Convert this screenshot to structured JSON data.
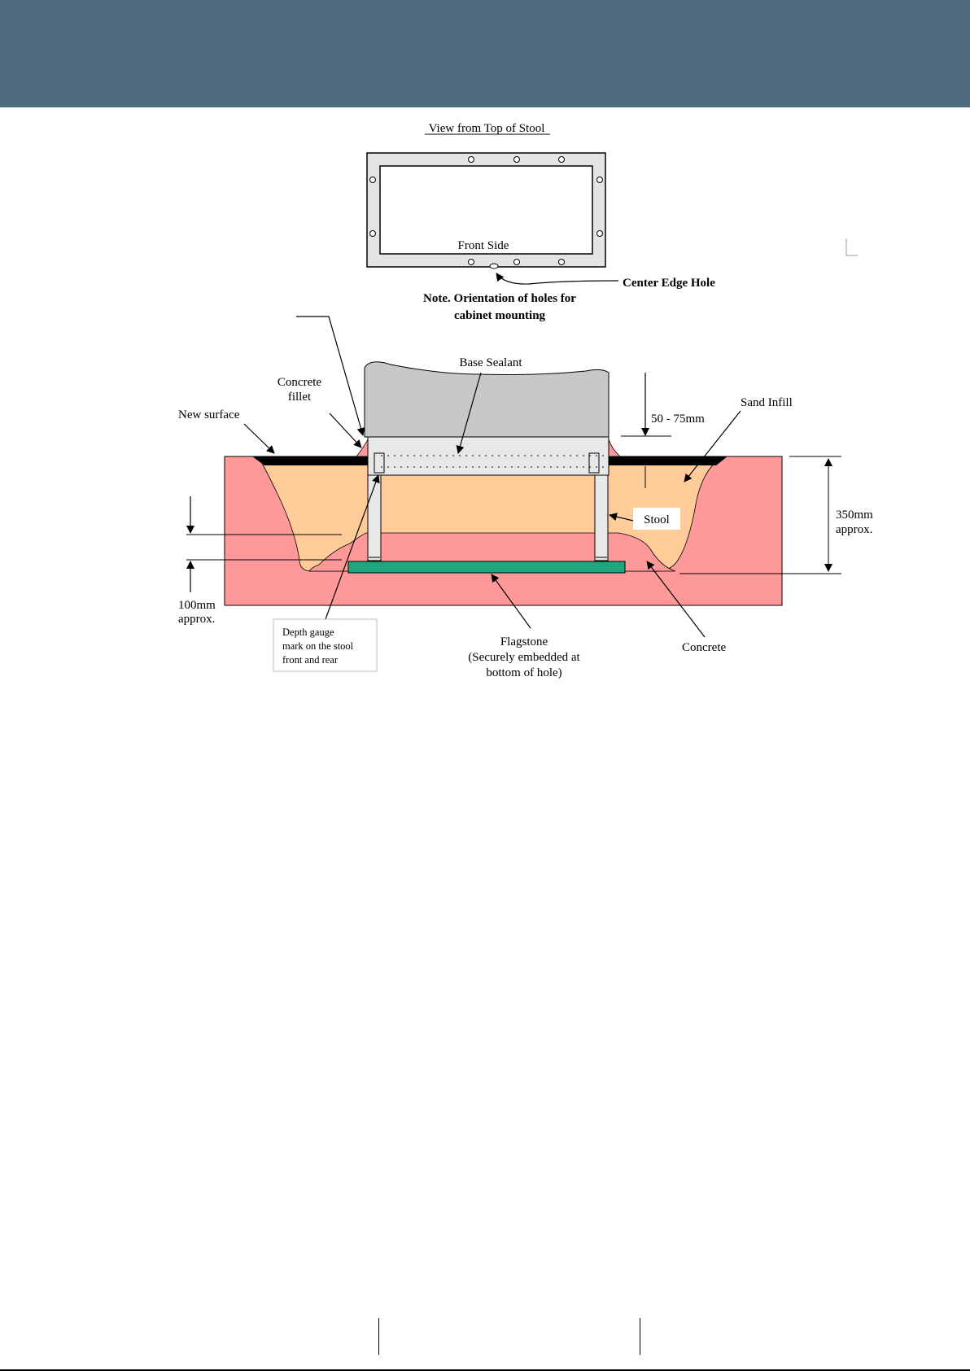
{
  "colors": {
    "header_band": "#4e6a7d",
    "ground": "#ff9999",
    "sand_infill": "#ffcc99",
    "flagstone": "#1ea67e",
    "cabinet": "#c8c8c8",
    "stool": "#e8e8e8",
    "top_view_frame": "#e4e4e4",
    "surface": "#000000"
  },
  "top_view": {
    "title": "View from Top of Stool",
    "front_side": "Front Side",
    "center_edge_hole": "Center Edge Hole",
    "note_line1": "Note. Orientation of holes for",
    "note_line2": "cabinet mounting"
  },
  "section": {
    "base_sealant": "Base Sealant",
    "concrete_fillet_1": "Concrete",
    "concrete_fillet_2": "fillet",
    "new_surface": "New surface",
    "gap_dimension": "50 - 75mm",
    "sand_infill": "Sand Infill",
    "stool": "Stool",
    "depth_1": "350mm",
    "depth_2": "approx.",
    "bottom_1": "100mm",
    "bottom_2": "approx.",
    "gauge_1": "Depth gauge",
    "gauge_2": "mark on the stool",
    "gauge_3": "front and rear",
    "flagstone_1": "Flagstone",
    "flagstone_2": "(Securely embedded at",
    "flagstone_3": "bottom of hole)",
    "concrete": "Concrete"
  }
}
